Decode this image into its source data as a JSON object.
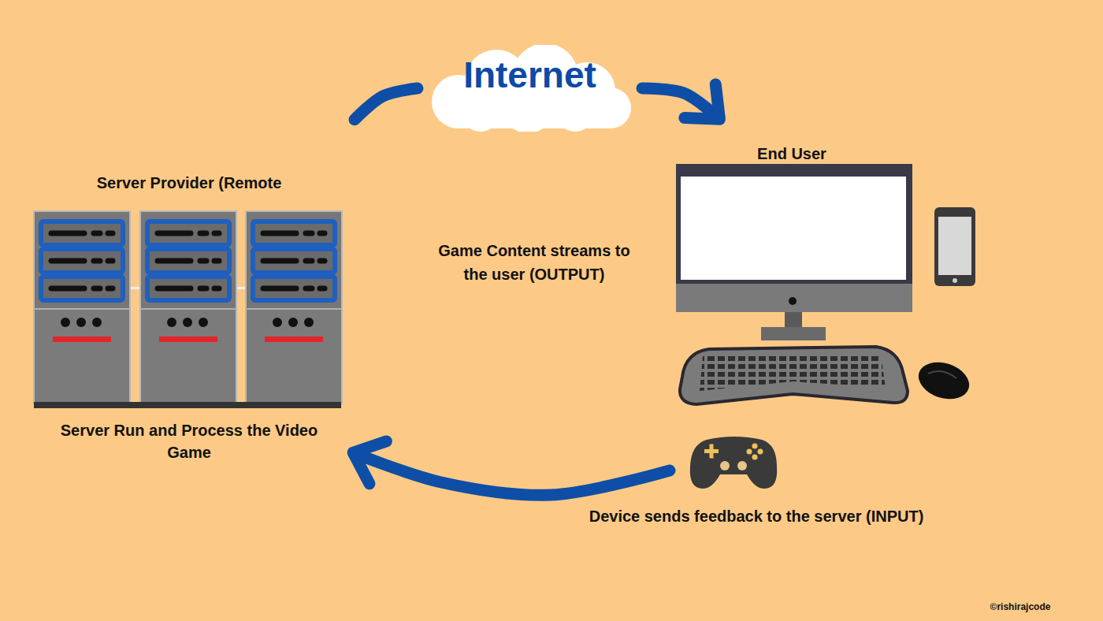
{
  "diagram": {
    "nodes": [
      {
        "text": [
          "Internet"
        ]
      },
      {
        "text": [
          "End User"
        ]
      },
      {
        "text": [
          "Server Provider (Remote",
          "Server Run and Process the Video Game"
        ]
      }
    ],
    "edges": [
      {
        "from": 2,
        "to": 0,
        "arrow": "none"
      },
      {
        "from": 0,
        "to": 1,
        "arrow": "to"
      },
      {
        "from": 1,
        "to": 2,
        "arrow": "to",
        "label": "Device sends feedback to the server (INPUT)"
      }
    ],
    "labels": [
      "Game Content streams to the user (OUTPUT)",
      "©rishirajcode"
    ]
  }
}
